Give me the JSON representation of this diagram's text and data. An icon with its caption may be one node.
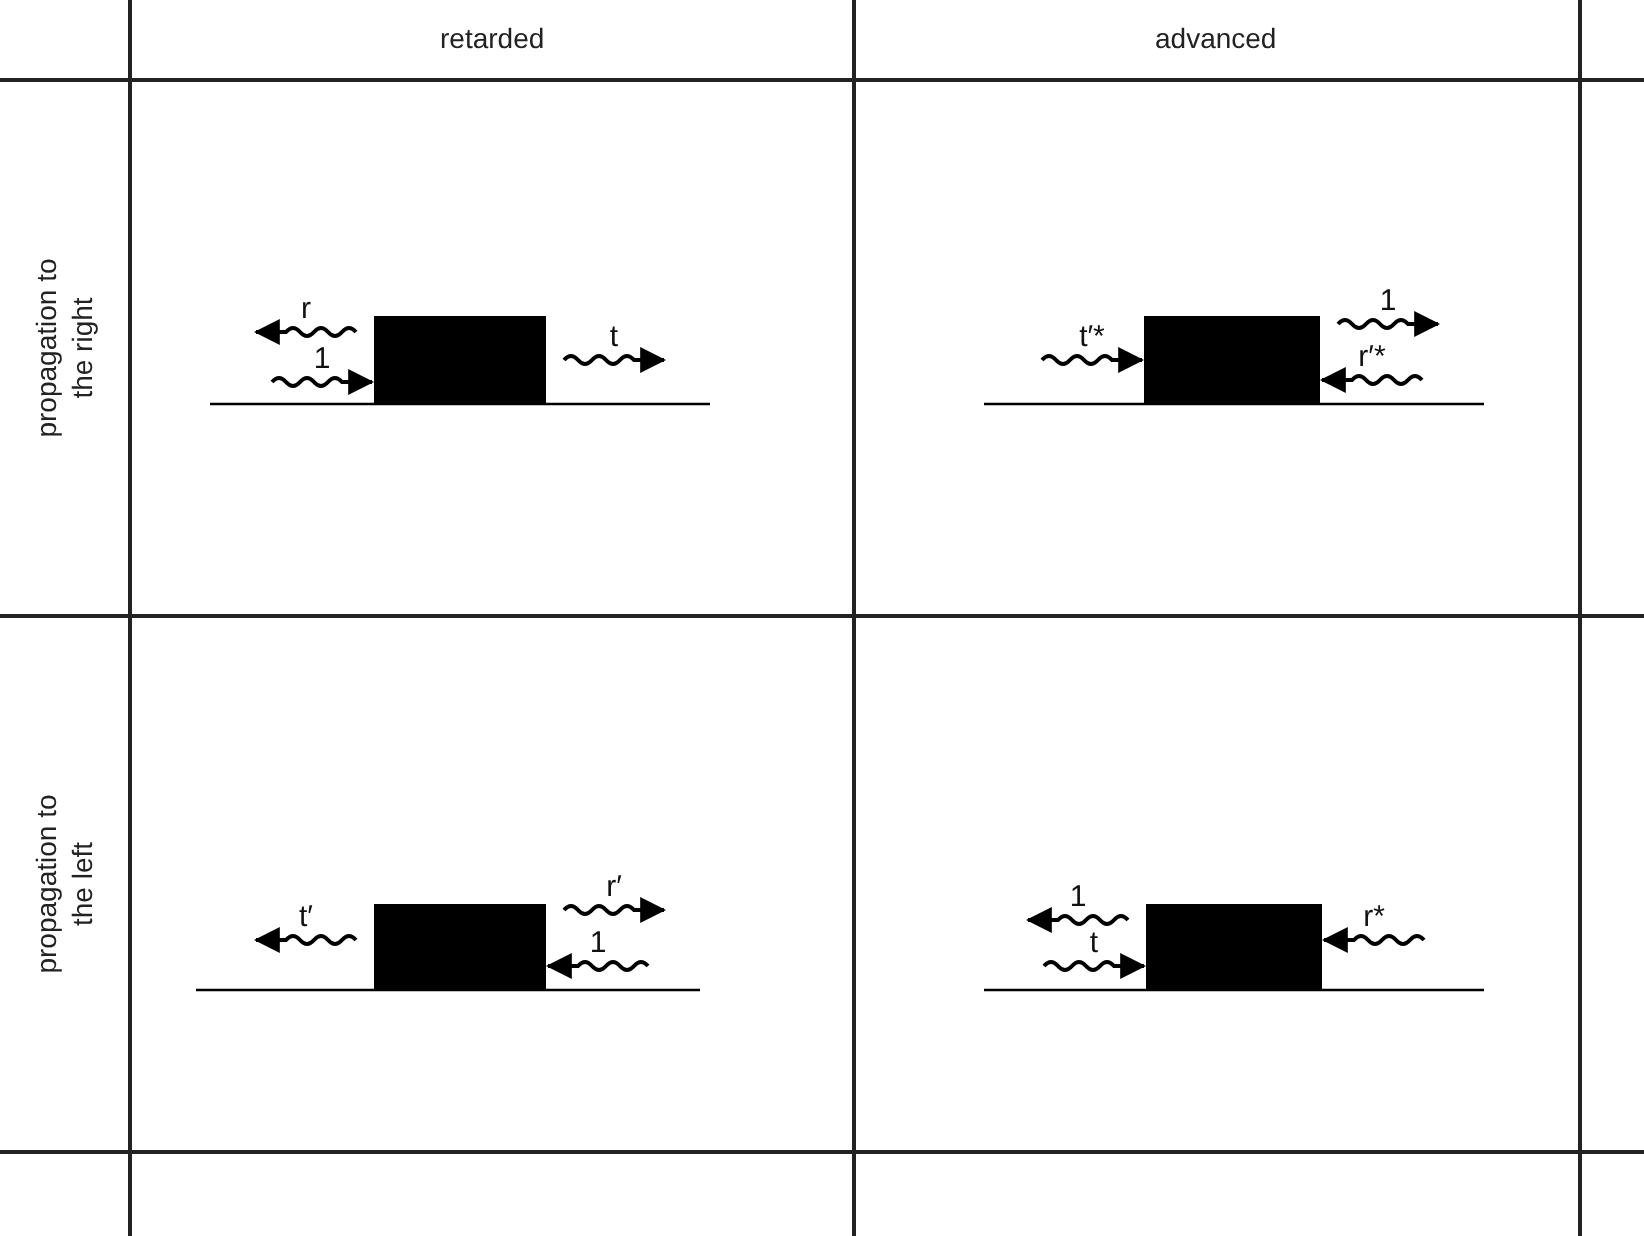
{
  "diagram": {
    "nodes": [
      {
        "text": [],
        "shape": "box"
      },
      {
        "text": [],
        "shape": "box"
      },
      {
        "text": [],
        "shape": "box"
      },
      {
        "text": [],
        "shape": "box"
      }
    ],
    "edges": [
      {
        "from": 0,
        "to": null,
        "arrow": "to",
        "label": "r"
      },
      {
        "from": null,
        "to": 0,
        "arrow": "to",
        "label": "1"
      },
      {
        "from": 0,
        "to": null,
        "arrow": "to",
        "label": "t"
      },
      {
        "from": null,
        "to": 1,
        "arrow": "to",
        "label": "t′*"
      },
      {
        "from": 1,
        "to": null,
        "arrow": "to",
        "label": "1"
      },
      {
        "from": null,
        "to": 1,
        "arrow": "to",
        "label": "r′*"
      },
      {
        "from": 2,
        "to": null,
        "arrow": "to",
        "label": "t′"
      },
      {
        "from": 2,
        "to": null,
        "arrow": "to",
        "label": "r′"
      },
      {
        "from": null,
        "to": 2,
        "arrow": "to",
        "label": "1"
      },
      {
        "from": 3,
        "to": null,
        "arrow": "to",
        "label": "1"
      },
      {
        "from": null,
        "to": 3,
        "arrow": "to",
        "label": "t"
      },
      {
        "from": null,
        "to": 3,
        "arrow": "to",
        "label": "r*"
      }
    ],
    "labels": [
      "retarded",
      "advanced",
      "propagation to the right",
      "propagation to the left"
    ]
  }
}
